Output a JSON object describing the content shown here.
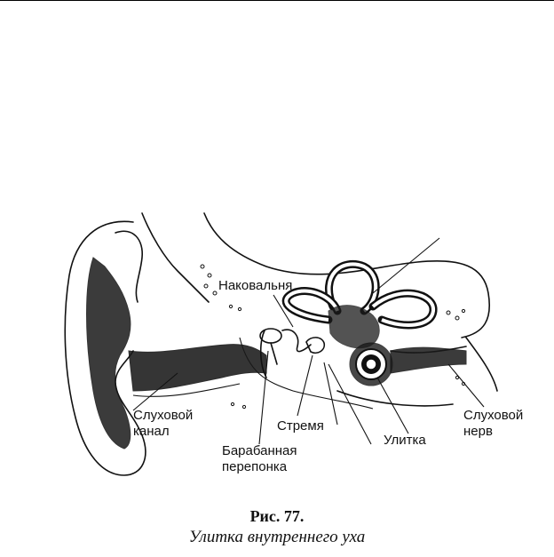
{
  "labels": {
    "anvil": "Наковальня",
    "ear_canal_line1": "Слуховой",
    "ear_canal_line2": "канал",
    "stirrup": "Стремя",
    "eardrum_line1": "Барабанная",
    "eardrum_line2": "перепонка",
    "cochlea": "Улитка",
    "nerve_line1": "Слуховой",
    "nerve_line2": "нерв"
  },
  "caption": {
    "number": "Рис. 77.",
    "title": "Улитка внутреннего уха"
  }
}
